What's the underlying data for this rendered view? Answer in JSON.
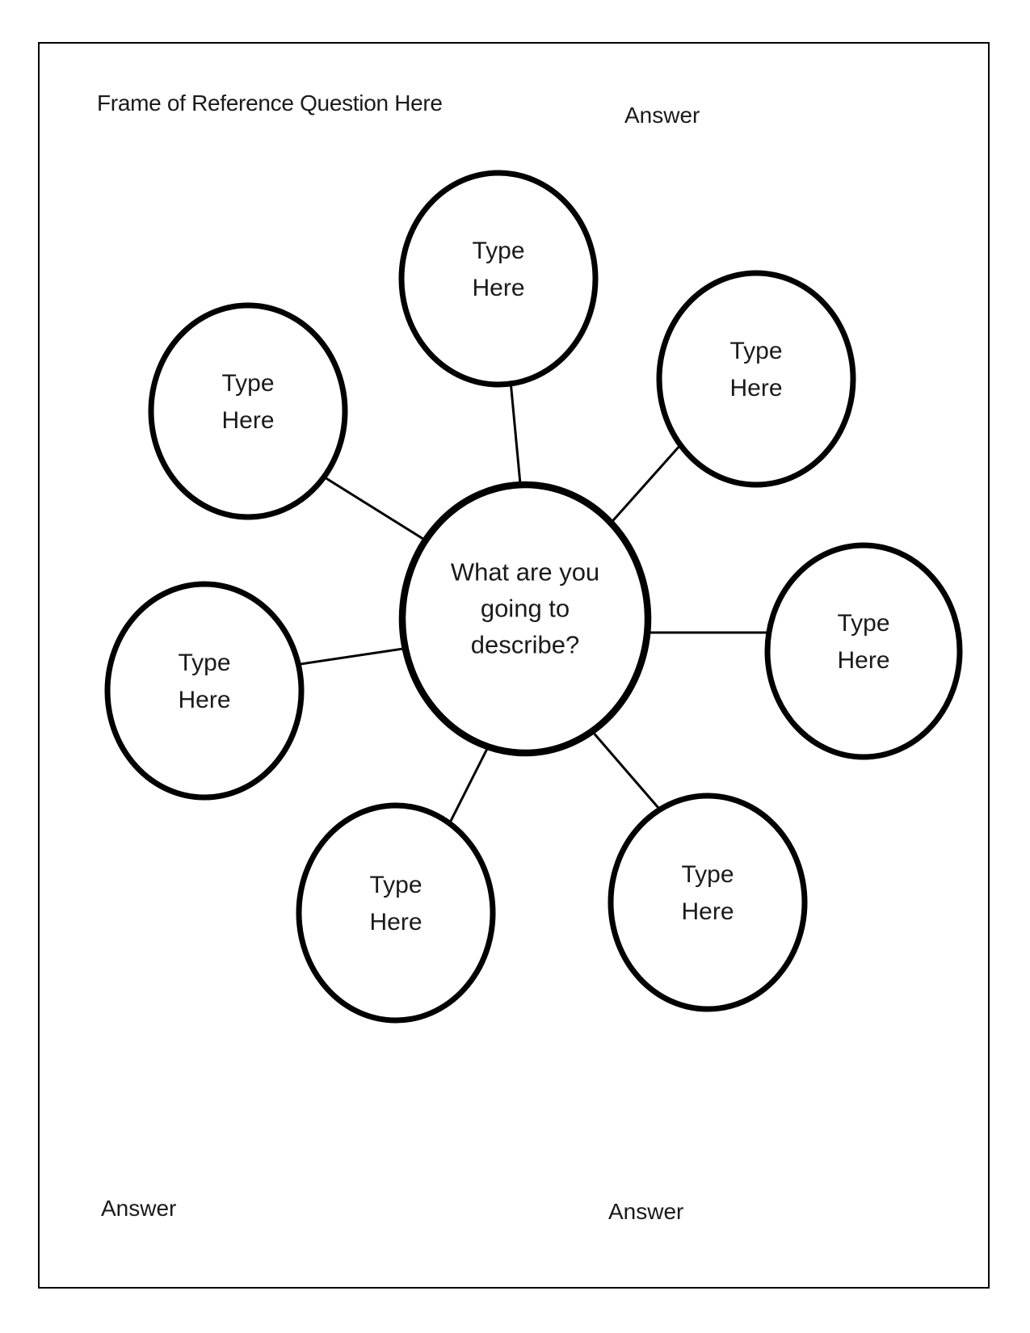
{
  "page": {
    "title": "Frame of Reference Question Here",
    "answers": {
      "top_right": "Answer",
      "bottom_left": "Answer",
      "bottom_center": "Answer"
    }
  },
  "diagram": {
    "center": {
      "label": "What are you going to describe?",
      "lines": [
        "What are you",
        "going to",
        "describe?"
      ]
    },
    "satellites": [
      {
        "id": "top",
        "label": "Type Here",
        "lines": [
          "Type",
          "Here"
        ]
      },
      {
        "id": "upper-left",
        "label": "Type Here",
        "lines": [
          "Type",
          "Here"
        ]
      },
      {
        "id": "upper-right",
        "label": "Type Here",
        "lines": [
          "Type",
          "Here"
        ]
      },
      {
        "id": "right",
        "label": "Type Here",
        "lines": [
          "Type",
          "Here"
        ]
      },
      {
        "id": "left",
        "label": "Type Here",
        "lines": [
          "Type",
          "Here"
        ]
      },
      {
        "id": "bottom-left",
        "label": "Type Here",
        "lines": [
          "Type",
          "Here"
        ]
      },
      {
        "id": "bottom-right",
        "label": "Type Here",
        "lines": [
          "Type",
          "Here"
        ]
      }
    ],
    "colors": {
      "stroke": "#000000",
      "fill": "#ffffff",
      "text": "#1a1a1a"
    }
  }
}
